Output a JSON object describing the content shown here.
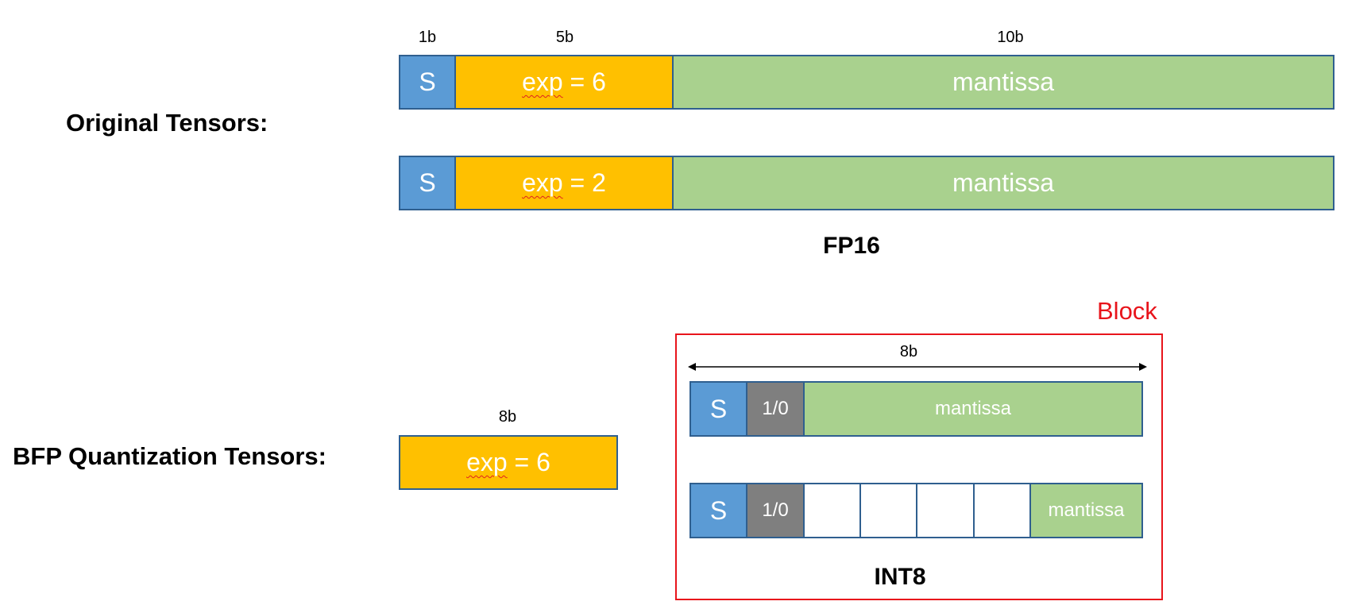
{
  "labels": {
    "original": "Original Tensors:",
    "bfp": "BFP Quantization Tensors:"
  },
  "fp16": {
    "bits": {
      "sign": "1b",
      "exponent": "5b",
      "mantissa": "10b"
    },
    "rows": [
      {
        "sign": "S",
        "exp_word": "exp",
        "exp_rest": " = 6",
        "mantissa": "mantissa"
      },
      {
        "sign": "S",
        "exp_word": "exp",
        "exp_rest": " = 2",
        "mantissa": "mantissa"
      }
    ],
    "caption": "FP16"
  },
  "shared_exponent": {
    "bits": "8b",
    "exp_word": "exp",
    "exp_rest": " = 6"
  },
  "block": {
    "title": "Block",
    "width_label": "8b",
    "row1": {
      "sign": "S",
      "flag": "1/0",
      "mantissa": "mantissa"
    },
    "row2": {
      "sign": "S",
      "flag": "1/0",
      "mantissa": "mantissa"
    },
    "caption": "INT8"
  },
  "colors": {
    "sign": "#5b9bd5",
    "exponent": "#ffc000",
    "mantissa": "#a9d18e",
    "flag": "#7f7f7f",
    "block_border": "#e8141b"
  }
}
